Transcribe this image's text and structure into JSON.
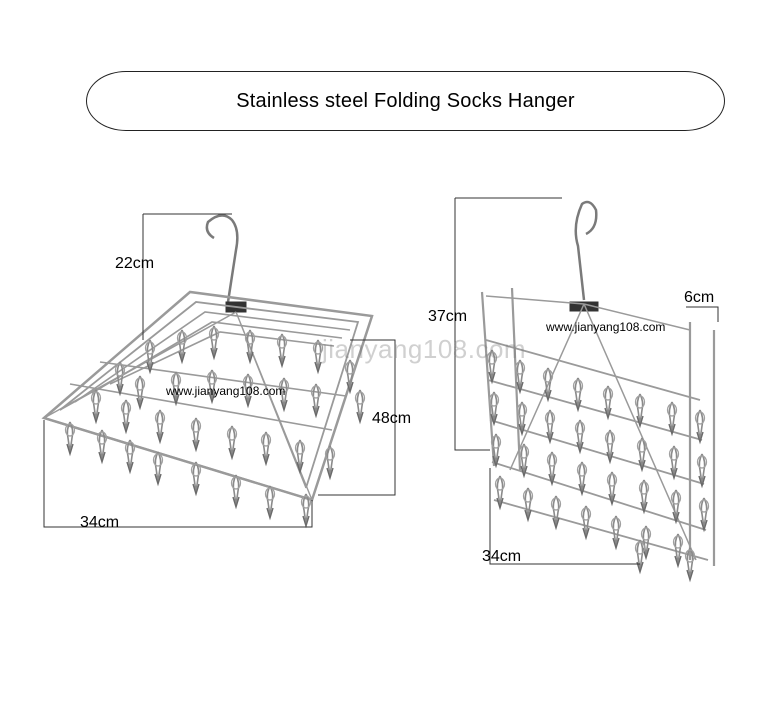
{
  "title": "Stainless steel Folding Socks Hanger",
  "left_view": {
    "hook_height": "22cm",
    "length": "48cm",
    "width": "34cm",
    "website": "www.jianyang108.com"
  },
  "right_view": {
    "height": "37cm",
    "depth": "6cm",
    "width": "34cm",
    "website": "www.jianyang108.com"
  },
  "watermark": "jianyang108.com",
  "colors": {
    "metal": "#9a9a9a",
    "metal_dark": "#5a5a5a",
    "line": "#333333"
  }
}
